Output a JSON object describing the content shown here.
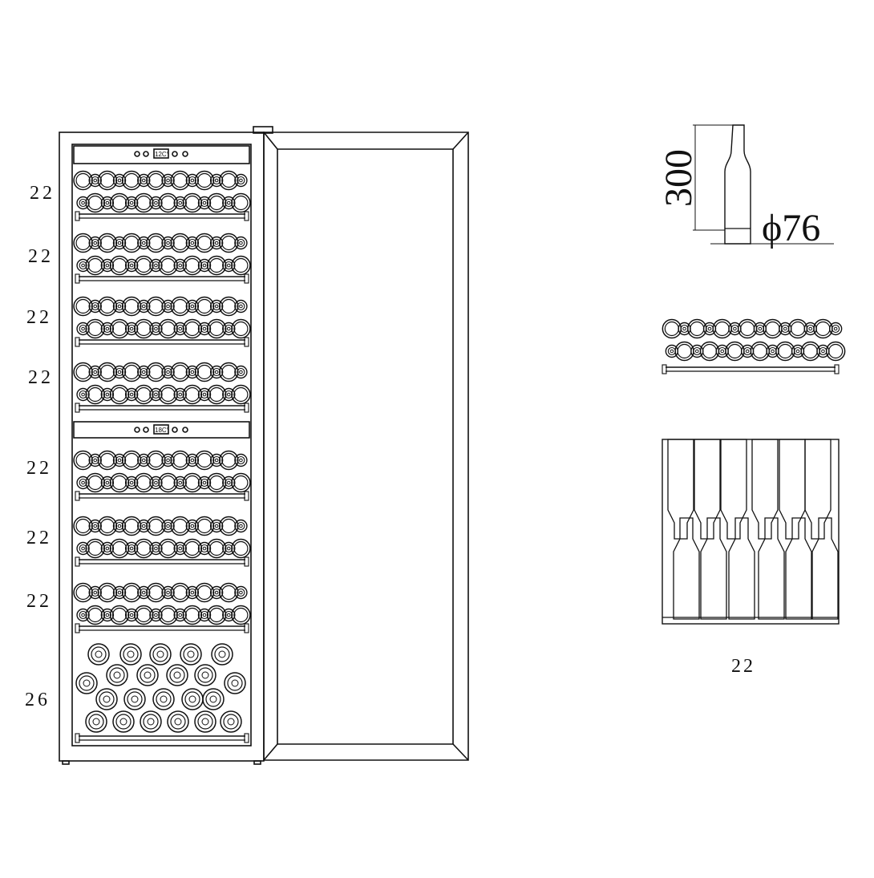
{
  "cabinet": {
    "upper_display": "12C°",
    "lower_display": "18C°"
  },
  "shelves": [
    {
      "label": "22"
    },
    {
      "label": "22"
    },
    {
      "label": "22"
    },
    {
      "label": "22"
    },
    {
      "label": "22"
    },
    {
      "label": "22"
    },
    {
      "label": "22"
    },
    {
      "label": "26"
    }
  ],
  "bottle": {
    "height_label": "300",
    "diameter_label": "ϕ76"
  },
  "shelf_detail": {
    "label": "22"
  }
}
